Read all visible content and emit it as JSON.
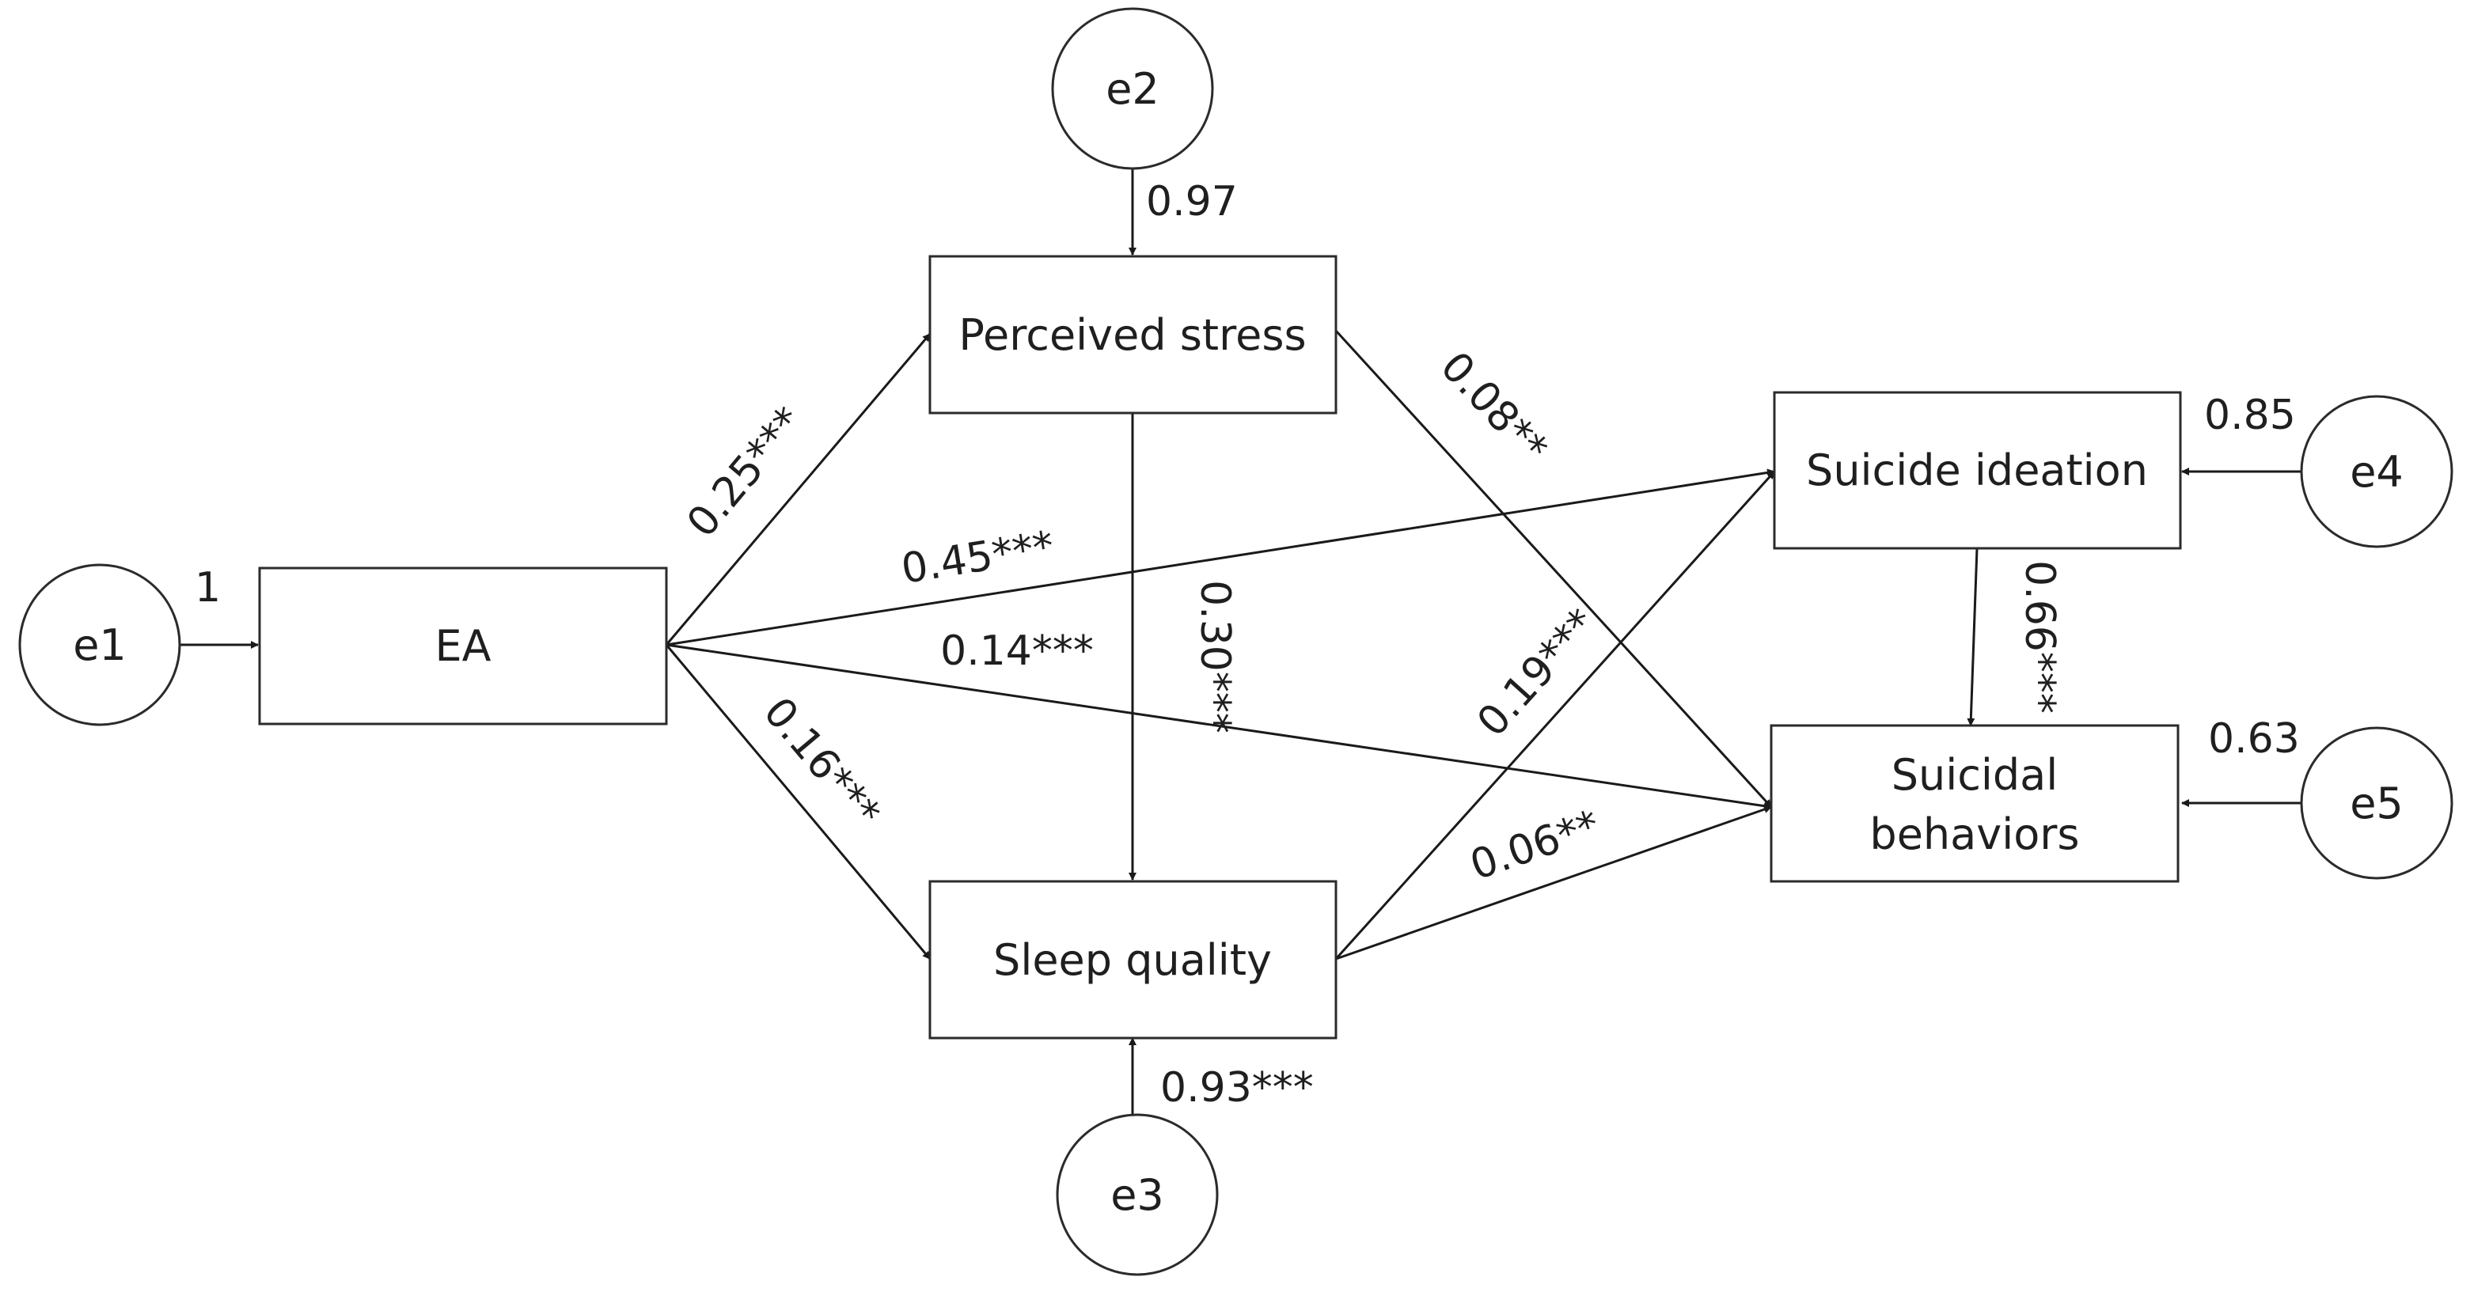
{
  "diagram": {
    "nodes": {
      "ea": "EA",
      "perceived_stress": "Perceived stress",
      "sleep_quality": "Sleep quality",
      "suicide_ideation": "Suicide ideation",
      "suicidal_behaviors_line1": "Suicidal",
      "suicidal_behaviors_line2": "behaviors"
    },
    "errors": {
      "e1": "e1",
      "e2": "e2",
      "e3": "e3",
      "e4": "e4",
      "e5": "e5"
    },
    "coefficients": {
      "e1_ea": "1",
      "e2_stress": "0.97",
      "e3_sleep": "0.93***",
      "e4_ideation": "0.85",
      "e5_behaviors": "0.63",
      "ea_stress": "0.25***",
      "ea_ideation": "0.45***",
      "ea_behaviors": "0.14***",
      "ea_sleep": "0.16***",
      "stress_sleep": "0.30***",
      "stress_behaviors": "0.08**",
      "sleep_ideation": "0.19***",
      "sleep_behaviors": "0.06**",
      "ideation_behaviors": "0.66***"
    }
  }
}
